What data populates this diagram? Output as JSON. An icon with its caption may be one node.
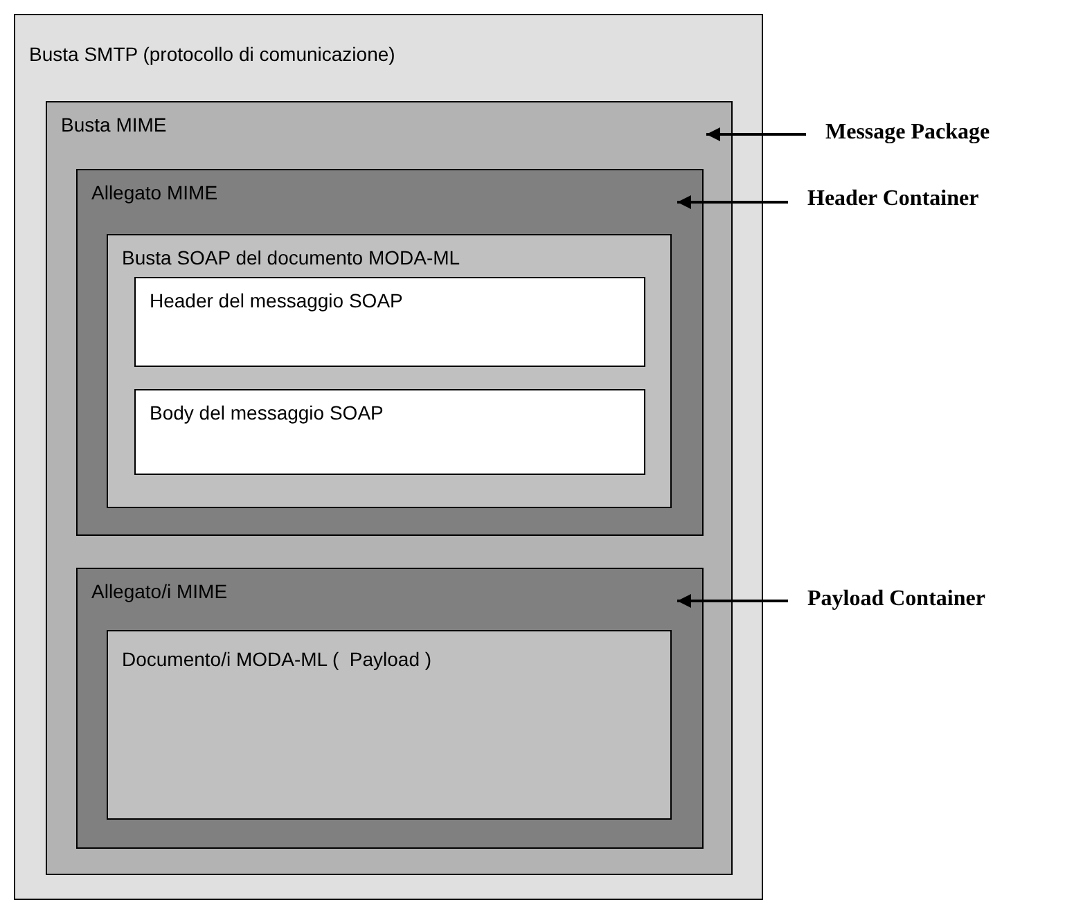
{
  "diagram": {
    "nodes": [
      {
        "text": [
          "Busta SMTP (protocollo di comunicazione)"
        ]
      },
      {
        "text": [
          "Busta MIME"
        ],
        "in": 0
      },
      {
        "text": [
          "Allegato MIME"
        ],
        "in": 1
      },
      {
        "text": [
          "Busta SOAP del documento MODA-ML"
        ],
        "in": 2
      },
      {
        "text": [
          "Header del messaggio SOAP"
        ],
        "in": 3
      },
      {
        "text": [
          "Body del messaggio SOAP"
        ],
        "in": 3
      },
      {
        "text": [
          "Allegato/i MIME"
        ],
        "in": 1
      },
      {
        "text": [
          "Documento/i MODA-ML (  Payload )"
        ],
        "in": 6
      },
      {
        "text": [
          "Message Package"
        ]
      },
      {
        "text": [
          "Header Container"
        ]
      },
      {
        "text": [
          "Payload Container"
        ]
      }
    ],
    "edges": [
      {
        "from": 8,
        "to": 1,
        "arrow": "to"
      },
      {
        "from": 9,
        "to": 2,
        "arrow": "to"
      },
      {
        "from": 10,
        "to": 6,
        "arrow": "to"
      }
    ]
  }
}
